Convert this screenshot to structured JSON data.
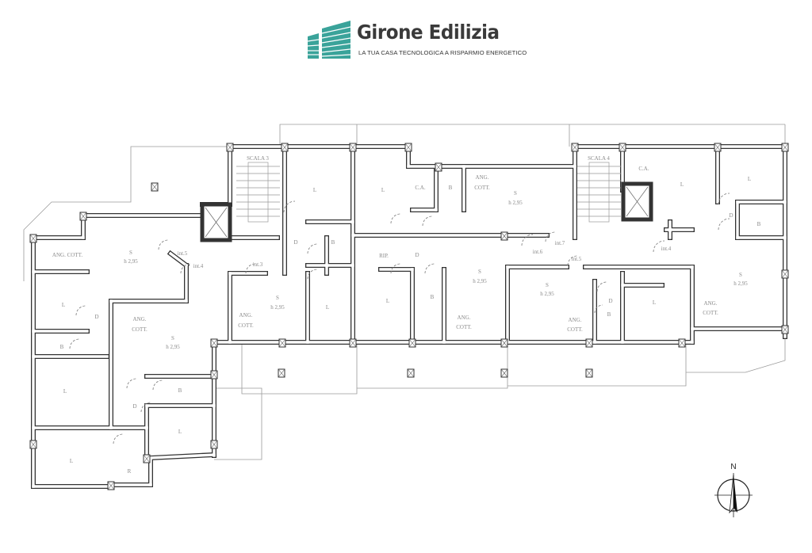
{
  "logo": {
    "brand": "Girone Edilizia",
    "tagline": "LA TUA CASA TECNOLOGICA A RISPARMIO ENERGETICO",
    "accent_color": "#3aa39a"
  },
  "plan": {
    "stairs": [
      "SCALA 3",
      "SCALA 4"
    ],
    "rooms": [
      "L",
      "L",
      "C.A.",
      "B",
      "ANG.",
      "COTT.",
      "S",
      "h 2,95",
      "C.A.",
      "L",
      "L",
      "D",
      "B",
      "ANG.  COTT.",
      "S",
      "h 2,95",
      "int.5",
      "int.4",
      "int.3",
      "D",
      "B",
      "L",
      "D",
      "B",
      "ANG.",
      "COTT.",
      "S",
      "h 2,95",
      "S",
      "h 2,95",
      "ANG.",
      "COTT.",
      "L",
      "RIP.",
      "D",
      "L",
      "B",
      "S",
      "h 2,95",
      "ANG.",
      "COTT.",
      "int.6",
      "int.7",
      "int.5",
      "int.4",
      "S",
      "h 2,95",
      "D",
      "B",
      "ANG.",
      "COTT.",
      "L",
      "S",
      "h 2,95",
      "ANG.",
      "COTT.",
      "L",
      "B",
      "D",
      "L",
      "L",
      "R"
    ],
    "compass_label": "N"
  }
}
